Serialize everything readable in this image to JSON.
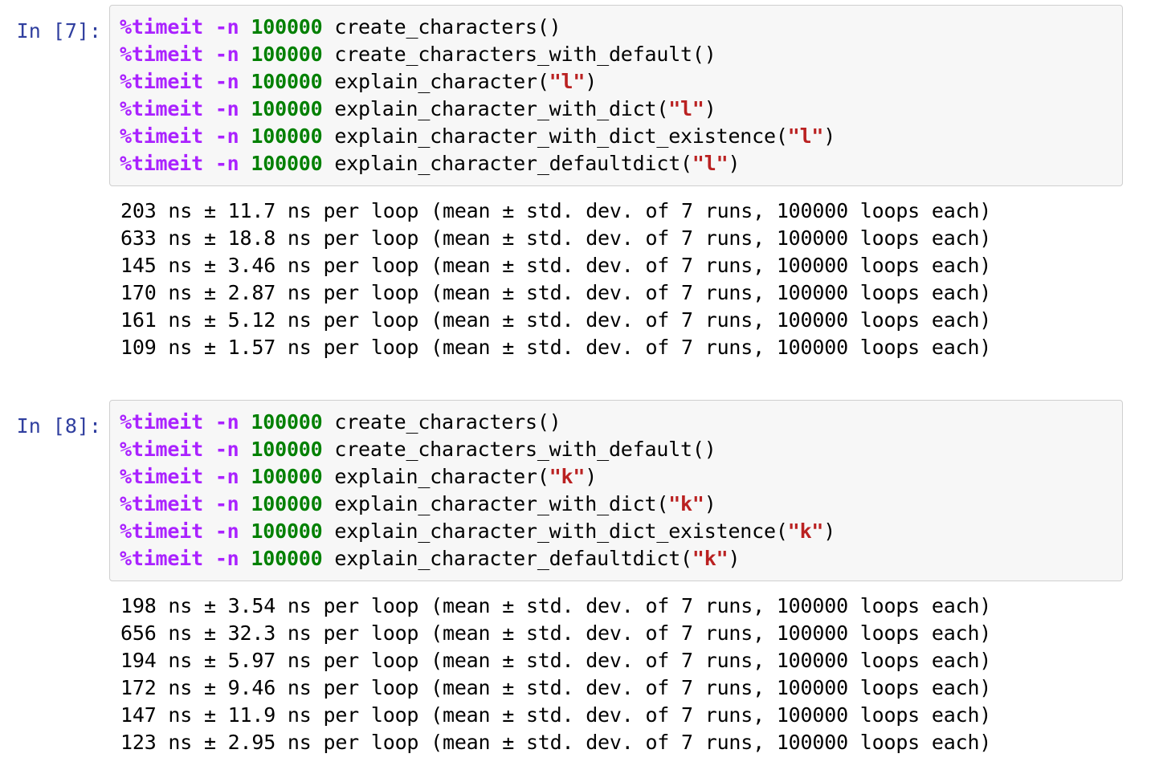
{
  "notebook": {
    "cells": [
      {
        "prompt": "In [7]:",
        "code_lines": [
          {
            "magic": "%timeit",
            "flag": "-n",
            "number": "100000",
            "call_pre": "create_characters()",
            "string": "",
            "call_post": ""
          },
          {
            "magic": "%timeit",
            "flag": "-n",
            "number": "100000",
            "call_pre": "create_characters_with_default()",
            "string": "",
            "call_post": ""
          },
          {
            "magic": "%timeit",
            "flag": "-n",
            "number": "100000",
            "call_pre": "explain_character(",
            "string": "\"l\"",
            "call_post": ")"
          },
          {
            "magic": "%timeit",
            "flag": "-n",
            "number": "100000",
            "call_pre": "explain_character_with_dict(",
            "string": "\"l\"",
            "call_post": ")"
          },
          {
            "magic": "%timeit",
            "flag": "-n",
            "number": "100000",
            "call_pre": "explain_character_with_dict_existence(",
            "string": "\"l\"",
            "call_post": ")"
          },
          {
            "magic": "%timeit",
            "flag": "-n",
            "number": "100000",
            "call_pre": "explain_character_defaultdict(",
            "string": "\"l\"",
            "call_post": ")"
          }
        ],
        "output_lines": [
          "203 ns ± 11.7 ns per loop (mean ± std. dev. of 7 runs, 100000 loops each)",
          "633 ns ± 18.8 ns per loop (mean ± std. dev. of 7 runs, 100000 loops each)",
          "145 ns ± 3.46 ns per loop (mean ± std. dev. of 7 runs, 100000 loops each)",
          "170 ns ± 2.87 ns per loop (mean ± std. dev. of 7 runs, 100000 loops each)",
          "161 ns ± 5.12 ns per loop (mean ± std. dev. of 7 runs, 100000 loops each)",
          "109 ns ± 1.57 ns per loop (mean ± std. dev. of 7 runs, 100000 loops each)"
        ]
      },
      {
        "prompt": "In [8]:",
        "code_lines": [
          {
            "magic": "%timeit",
            "flag": "-n",
            "number": "100000",
            "call_pre": "create_characters()",
            "string": "",
            "call_post": ""
          },
          {
            "magic": "%timeit",
            "flag": "-n",
            "number": "100000",
            "call_pre": "create_characters_with_default()",
            "string": "",
            "call_post": ""
          },
          {
            "magic": "%timeit",
            "flag": "-n",
            "number": "100000",
            "call_pre": "explain_character(",
            "string": "\"k\"",
            "call_post": ")"
          },
          {
            "magic": "%timeit",
            "flag": "-n",
            "number": "100000",
            "call_pre": "explain_character_with_dict(",
            "string": "\"k\"",
            "call_post": ")"
          },
          {
            "magic": "%timeit",
            "flag": "-n",
            "number": "100000",
            "call_pre": "explain_character_with_dict_existence(",
            "string": "\"k\"",
            "call_post": ")"
          },
          {
            "magic": "%timeit",
            "flag": "-n",
            "number": "100000",
            "call_pre": "explain_character_defaultdict(",
            "string": "\"k\"",
            "call_post": ")"
          }
        ],
        "output_lines": [
          "198 ns ± 3.54 ns per loop (mean ± std. dev. of 7 runs, 100000 loops each)",
          "656 ns ± 32.3 ns per loop (mean ± std. dev. of 7 runs, 100000 loops each)",
          "194 ns ± 5.97 ns per loop (mean ± std. dev. of 7 runs, 100000 loops each)",
          "172 ns ± 9.46 ns per loop (mean ± std. dev. of 7 runs, 100000 loops each)",
          "147 ns ± 11.9 ns per loop (mean ± std. dev. of 7 runs, 100000 loops each)",
          "123 ns ± 2.95 ns per loop (mean ± std. dev. of 7 runs, 100000 loops each)"
        ]
      }
    ],
    "colors": {
      "prompt": "#303F9F",
      "magic": "#AA22FF",
      "number": "#008000",
      "string": "#BA2121",
      "code_background": "#f7f7f7",
      "code_border": "#cfcfcf",
      "text": "#000000",
      "page_background": "#ffffff"
    }
  }
}
